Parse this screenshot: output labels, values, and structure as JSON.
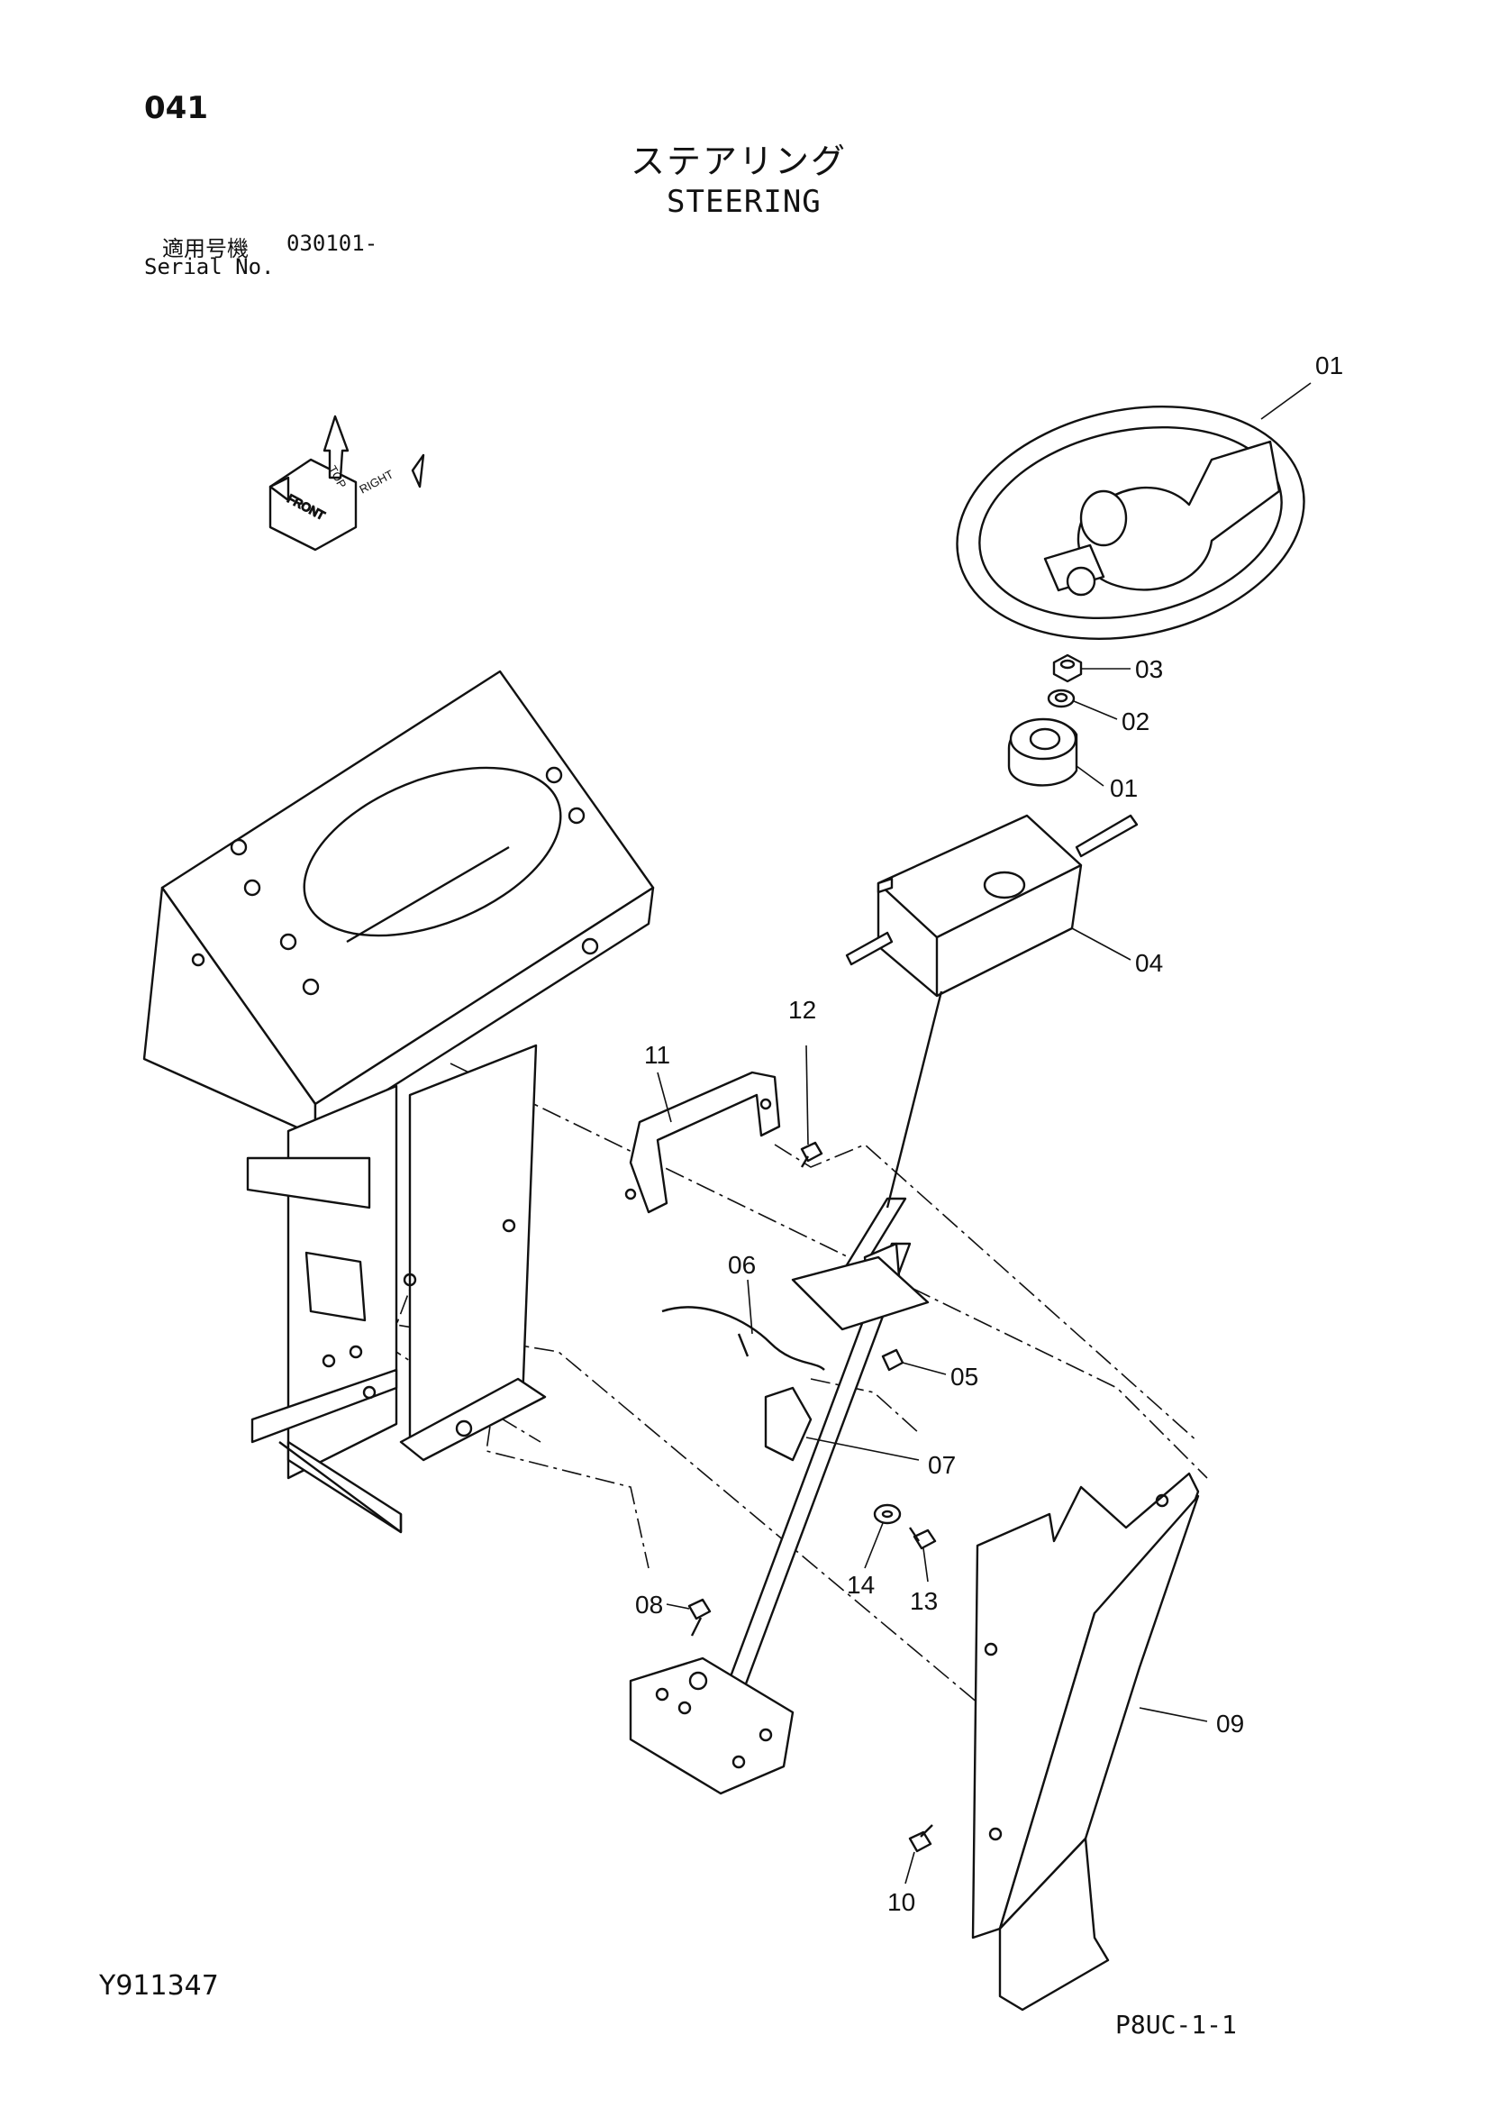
{
  "page": {
    "page_number": "041",
    "title_jp": "ステアリング",
    "title_en": "STEERING",
    "serial_label_jp": "適用号機",
    "serial_value": "030101-",
    "serial_label_en": "Serial No.",
    "doc_id": "Y911347",
    "page_code": "P8UC-1-1"
  },
  "orientation": {
    "top": "TOP",
    "front": "FRONT",
    "right": "RIGHT"
  },
  "parts": [
    {
      "id": "steering-wheel",
      "label": "01"
    },
    {
      "id": "nut",
      "label": "03"
    },
    {
      "id": "washer",
      "label": "02"
    },
    {
      "id": "boot",
      "label": "01"
    },
    {
      "id": "cover",
      "label": "04"
    },
    {
      "id": "bolt-12",
      "label": "12"
    },
    {
      "id": "bracket",
      "label": "11"
    },
    {
      "id": "cable",
      "label": "06"
    },
    {
      "id": "bolt-05",
      "label": "05"
    },
    {
      "id": "column",
      "label": "07"
    },
    {
      "id": "washer-14",
      "label": "14"
    },
    {
      "id": "bolt-13",
      "label": "13"
    },
    {
      "id": "bolt-08",
      "label": "08"
    },
    {
      "id": "panel",
      "label": "09"
    },
    {
      "id": "bolt-10",
      "label": "10"
    }
  ]
}
